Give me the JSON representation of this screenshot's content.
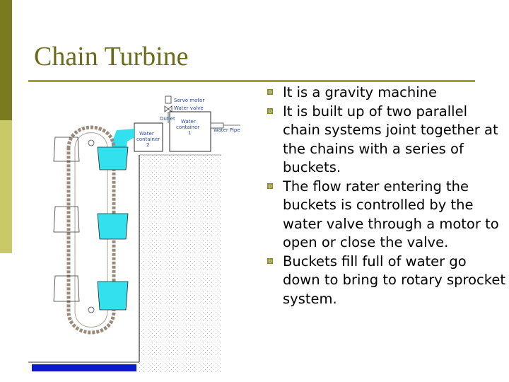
{
  "slide": {
    "title": "Chain Turbine",
    "bullets": [
      "It is a gravity machine",
      "It is built up of two parallel chain systems joint together at the chains with a series of buckets.",
      " The flow rater entering the buckets is controlled by the water valve through a motor to open or close the valve.",
      "Buckets fill full of water go down to bring to rotary sprocket system."
    ]
  },
  "diagram": {
    "labels": {
      "servo_motor": "Servo motor",
      "water_valve": "Water valve",
      "water_container_1": "Water container 1",
      "water_container_2": "Water container 2",
      "water_pipe": "Water Pipe",
      "outlet": "Outlet"
    }
  },
  "colors": {
    "accent": "#6b6b1a",
    "water": "#33e0ee",
    "diagram_blue": "#2a4aa0"
  }
}
